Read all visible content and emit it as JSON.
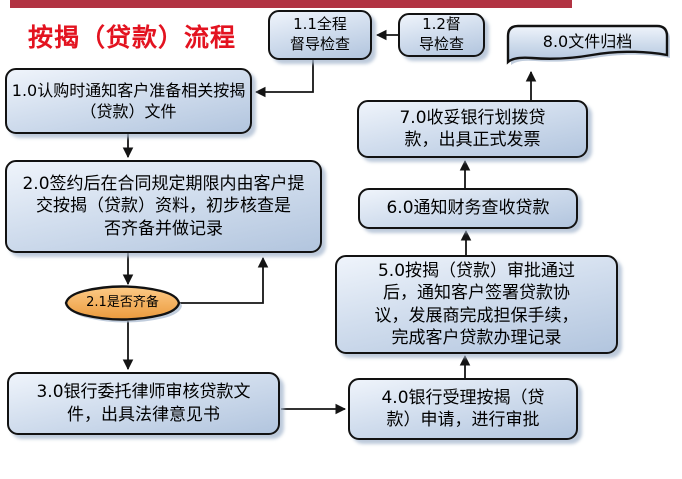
{
  "title": "按揭（贷款）流程",
  "colors": {
    "accent_bar": "#b23343",
    "title_red": "#e31320",
    "process_fill_top": "#eff4fb",
    "process_fill_bottom": "#b2c5de",
    "decision_fill_top": "#fdcb87",
    "decision_fill_bottom": "#eb9a3d",
    "node_border": "#121212",
    "connector": "#141414"
  },
  "nodes": {
    "n10": {
      "id": "1.0",
      "shape": "process",
      "label": "1.0认购时通知客户准备相关按揭\n（贷款）文件"
    },
    "n11": {
      "id": "1.1",
      "shape": "process",
      "label": "1.1全程\n督导检查"
    },
    "n12": {
      "id": "1.2",
      "shape": "process",
      "label": "1.2督\n导检查"
    },
    "n20": {
      "id": "2.0",
      "shape": "process",
      "label": "2.0签约后在合同规定期限内由客户提\n交按揭（贷款）资料，初步核查是\n否齐备并做记录"
    },
    "n21": {
      "id": "2.1",
      "shape": "decision",
      "label": "2.1是否齐备"
    },
    "n30": {
      "id": "3.0",
      "shape": "process",
      "label": "3.0银行委托律师审核贷款文\n件，出具法律意见书"
    },
    "n40": {
      "id": "4.0",
      "shape": "process",
      "label": "4.0银行受理按揭（贷\n款）申请，进行审批"
    },
    "n50": {
      "id": "5.0",
      "shape": "process",
      "label": "5.0按揭（贷款）审批通过\n后，通知客户签署贷款协\n议，发展商完成担保手续，\n完成客户贷款办理记录"
    },
    "n60": {
      "id": "6.0",
      "shape": "process",
      "label": "6.0通知财务查收贷款"
    },
    "n70": {
      "id": "7.0",
      "shape": "process",
      "label": "7.0收妥银行划拨贷\n款，出具正式发票"
    },
    "n80": {
      "id": "8.0",
      "shape": "document",
      "label": "8.0文件归档"
    }
  },
  "edges": [
    {
      "from": "1.2",
      "to": "1.0"
    },
    {
      "from": "1.1",
      "to": "1.0"
    },
    {
      "from": "1.0",
      "to": "2.0"
    },
    {
      "from": "2.0",
      "to": "2.1"
    },
    {
      "from": "2.1",
      "to": "2.0"
    },
    {
      "from": "2.1",
      "to": "3.0"
    },
    {
      "from": "3.0",
      "to": "4.0"
    },
    {
      "from": "4.0",
      "to": "5.0"
    },
    {
      "from": "5.0",
      "to": "6.0"
    },
    {
      "from": "6.0",
      "to": "7.0"
    },
    {
      "from": "7.0",
      "to": "8.0"
    }
  ]
}
